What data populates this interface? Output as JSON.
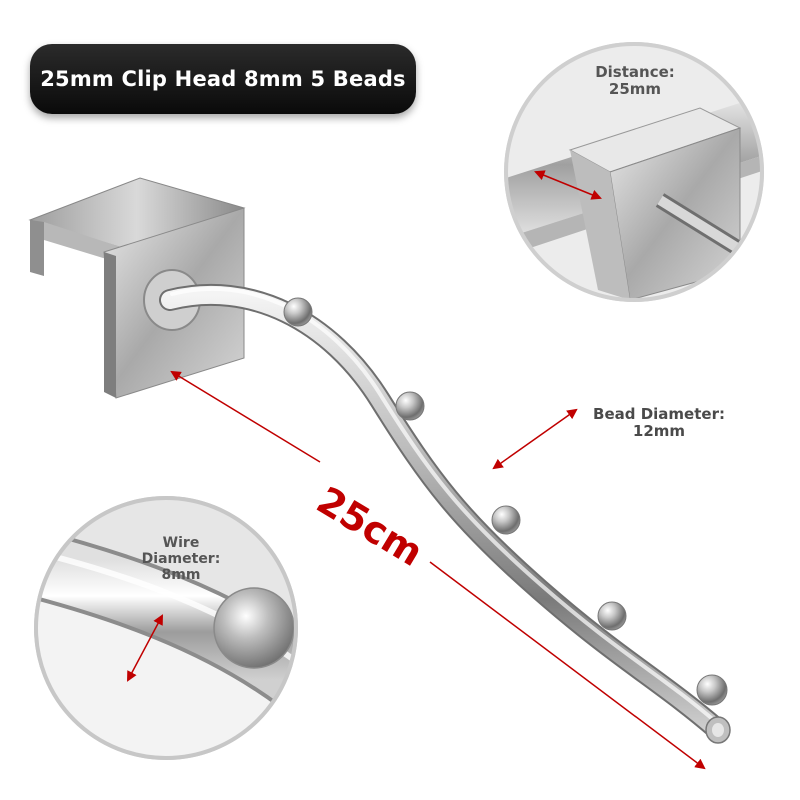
{
  "title": "25mm Clip Head 8mm 5 Beads",
  "callouts": {
    "distance": {
      "label": "Distance:",
      "value": "25mm"
    },
    "bead_diameter": {
      "label": "Bead Diameter:",
      "value": "12mm"
    },
    "wire_diameter": {
      "line1": "Wire",
      "line2": "Diameter:",
      "value": "8mm"
    },
    "length": "25cm"
  },
  "colors": {
    "dimension_red": "#c00000",
    "badge_bg": "#111111",
    "label_gray": "#555555"
  }
}
